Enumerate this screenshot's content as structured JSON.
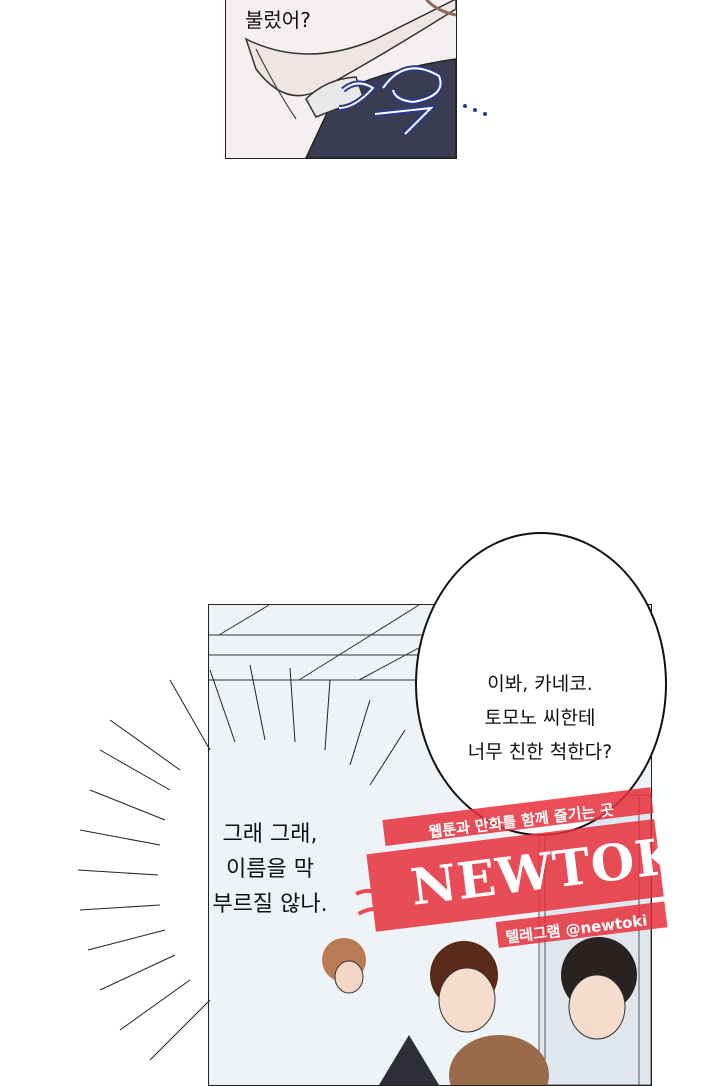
{
  "panels": {
    "top": {
      "speech": "불렀어?",
      "sfx": "스윽..."
    },
    "office": {
      "bubble_lines": [
        "이봐, 카네코.",
        "토모노 씨한테",
        "너무 친한 척한다?"
      ],
      "burst_lines": [
        "그래 그래,",
        "이름을 막",
        "부르질 않나."
      ]
    }
  },
  "watermark": {
    "tagline": "웹툰과 만화를 함께 즐기는 곳",
    "brand": "NEWTOKI",
    "handle": "텔레그램 @newtoki",
    "color": "#e8303c"
  }
}
